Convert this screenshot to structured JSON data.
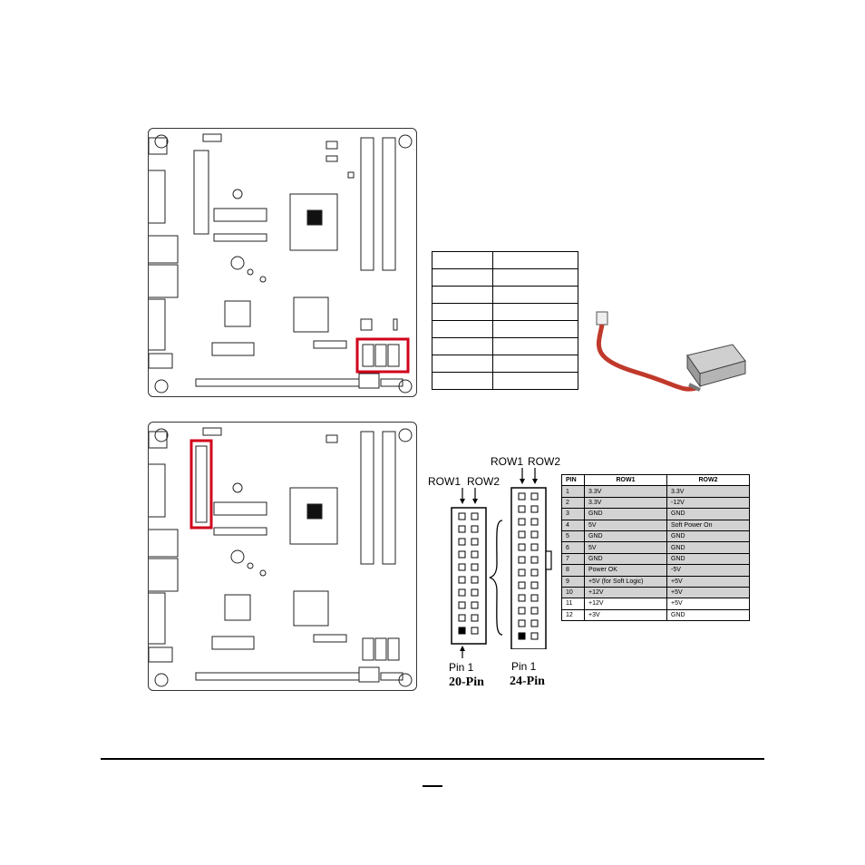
{
  "connector_20pin": {
    "row1_label": "ROW1",
    "row2_label": "ROW2",
    "pin1_label": "Pin 1",
    "caption": "20-Pin"
  },
  "connector_24pin": {
    "row1_label": "ROW1",
    "row2_label": "ROW2",
    "pin1_label": "Pin 1",
    "caption": "24-Pin"
  },
  "pin_table": {
    "headers": [
      "PIN",
      "ROW1",
      "ROW2"
    ],
    "rows": [
      {
        "pin": "1",
        "row1": "3.3V",
        "row2": "3.3V"
      },
      {
        "pin": "2",
        "row1": "3.3V",
        "row2": "-12V"
      },
      {
        "pin": "3",
        "row1": "GND",
        "row2": "GND"
      },
      {
        "pin": "4",
        "row1": "5V",
        "row2": "Soft Power On"
      },
      {
        "pin": "5",
        "row1": "GND",
        "row2": "GND"
      },
      {
        "pin": "6",
        "row1": "5V",
        "row2": "GND"
      },
      {
        "pin": "7",
        "row1": "GND",
        "row2": "GND"
      },
      {
        "pin": "8",
        "row1": "Power OK",
        "row2": "-5V"
      },
      {
        "pin": "9",
        "row1": "+5V (for Soft Logic)",
        "row2": "+5V"
      },
      {
        "pin": "10",
        "row1": "+12V",
        "row2": "+5V"
      },
      {
        "pin": "11",
        "row1": "+12V",
        "row2": "+5V"
      },
      {
        "pin": "12",
        "row1": "+3V",
        "row2": "GND"
      }
    ]
  },
  "colors": {
    "highlight": "#d0021b",
    "cable": "#c0392b",
    "table_gray": "#d3d3d3"
  }
}
